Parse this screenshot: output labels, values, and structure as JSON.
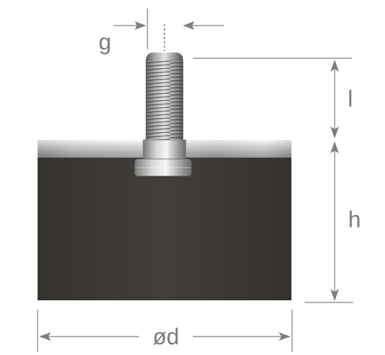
{
  "diagram": {
    "labels": {
      "g": "g",
      "l": "l",
      "h": "h",
      "d": "ød"
    },
    "colors": {
      "rubber": "#3d3a36",
      "metal_plate": "#d7d7d7",
      "dimension_lines": "#7d7d7d",
      "label_text": "#7a7a7a"
    },
    "icons": {
      "g": "thread-pitch-arrows",
      "l": "length-double-arrow",
      "h": "height-double-arrow",
      "d": "diameter-double-arrow"
    }
  }
}
